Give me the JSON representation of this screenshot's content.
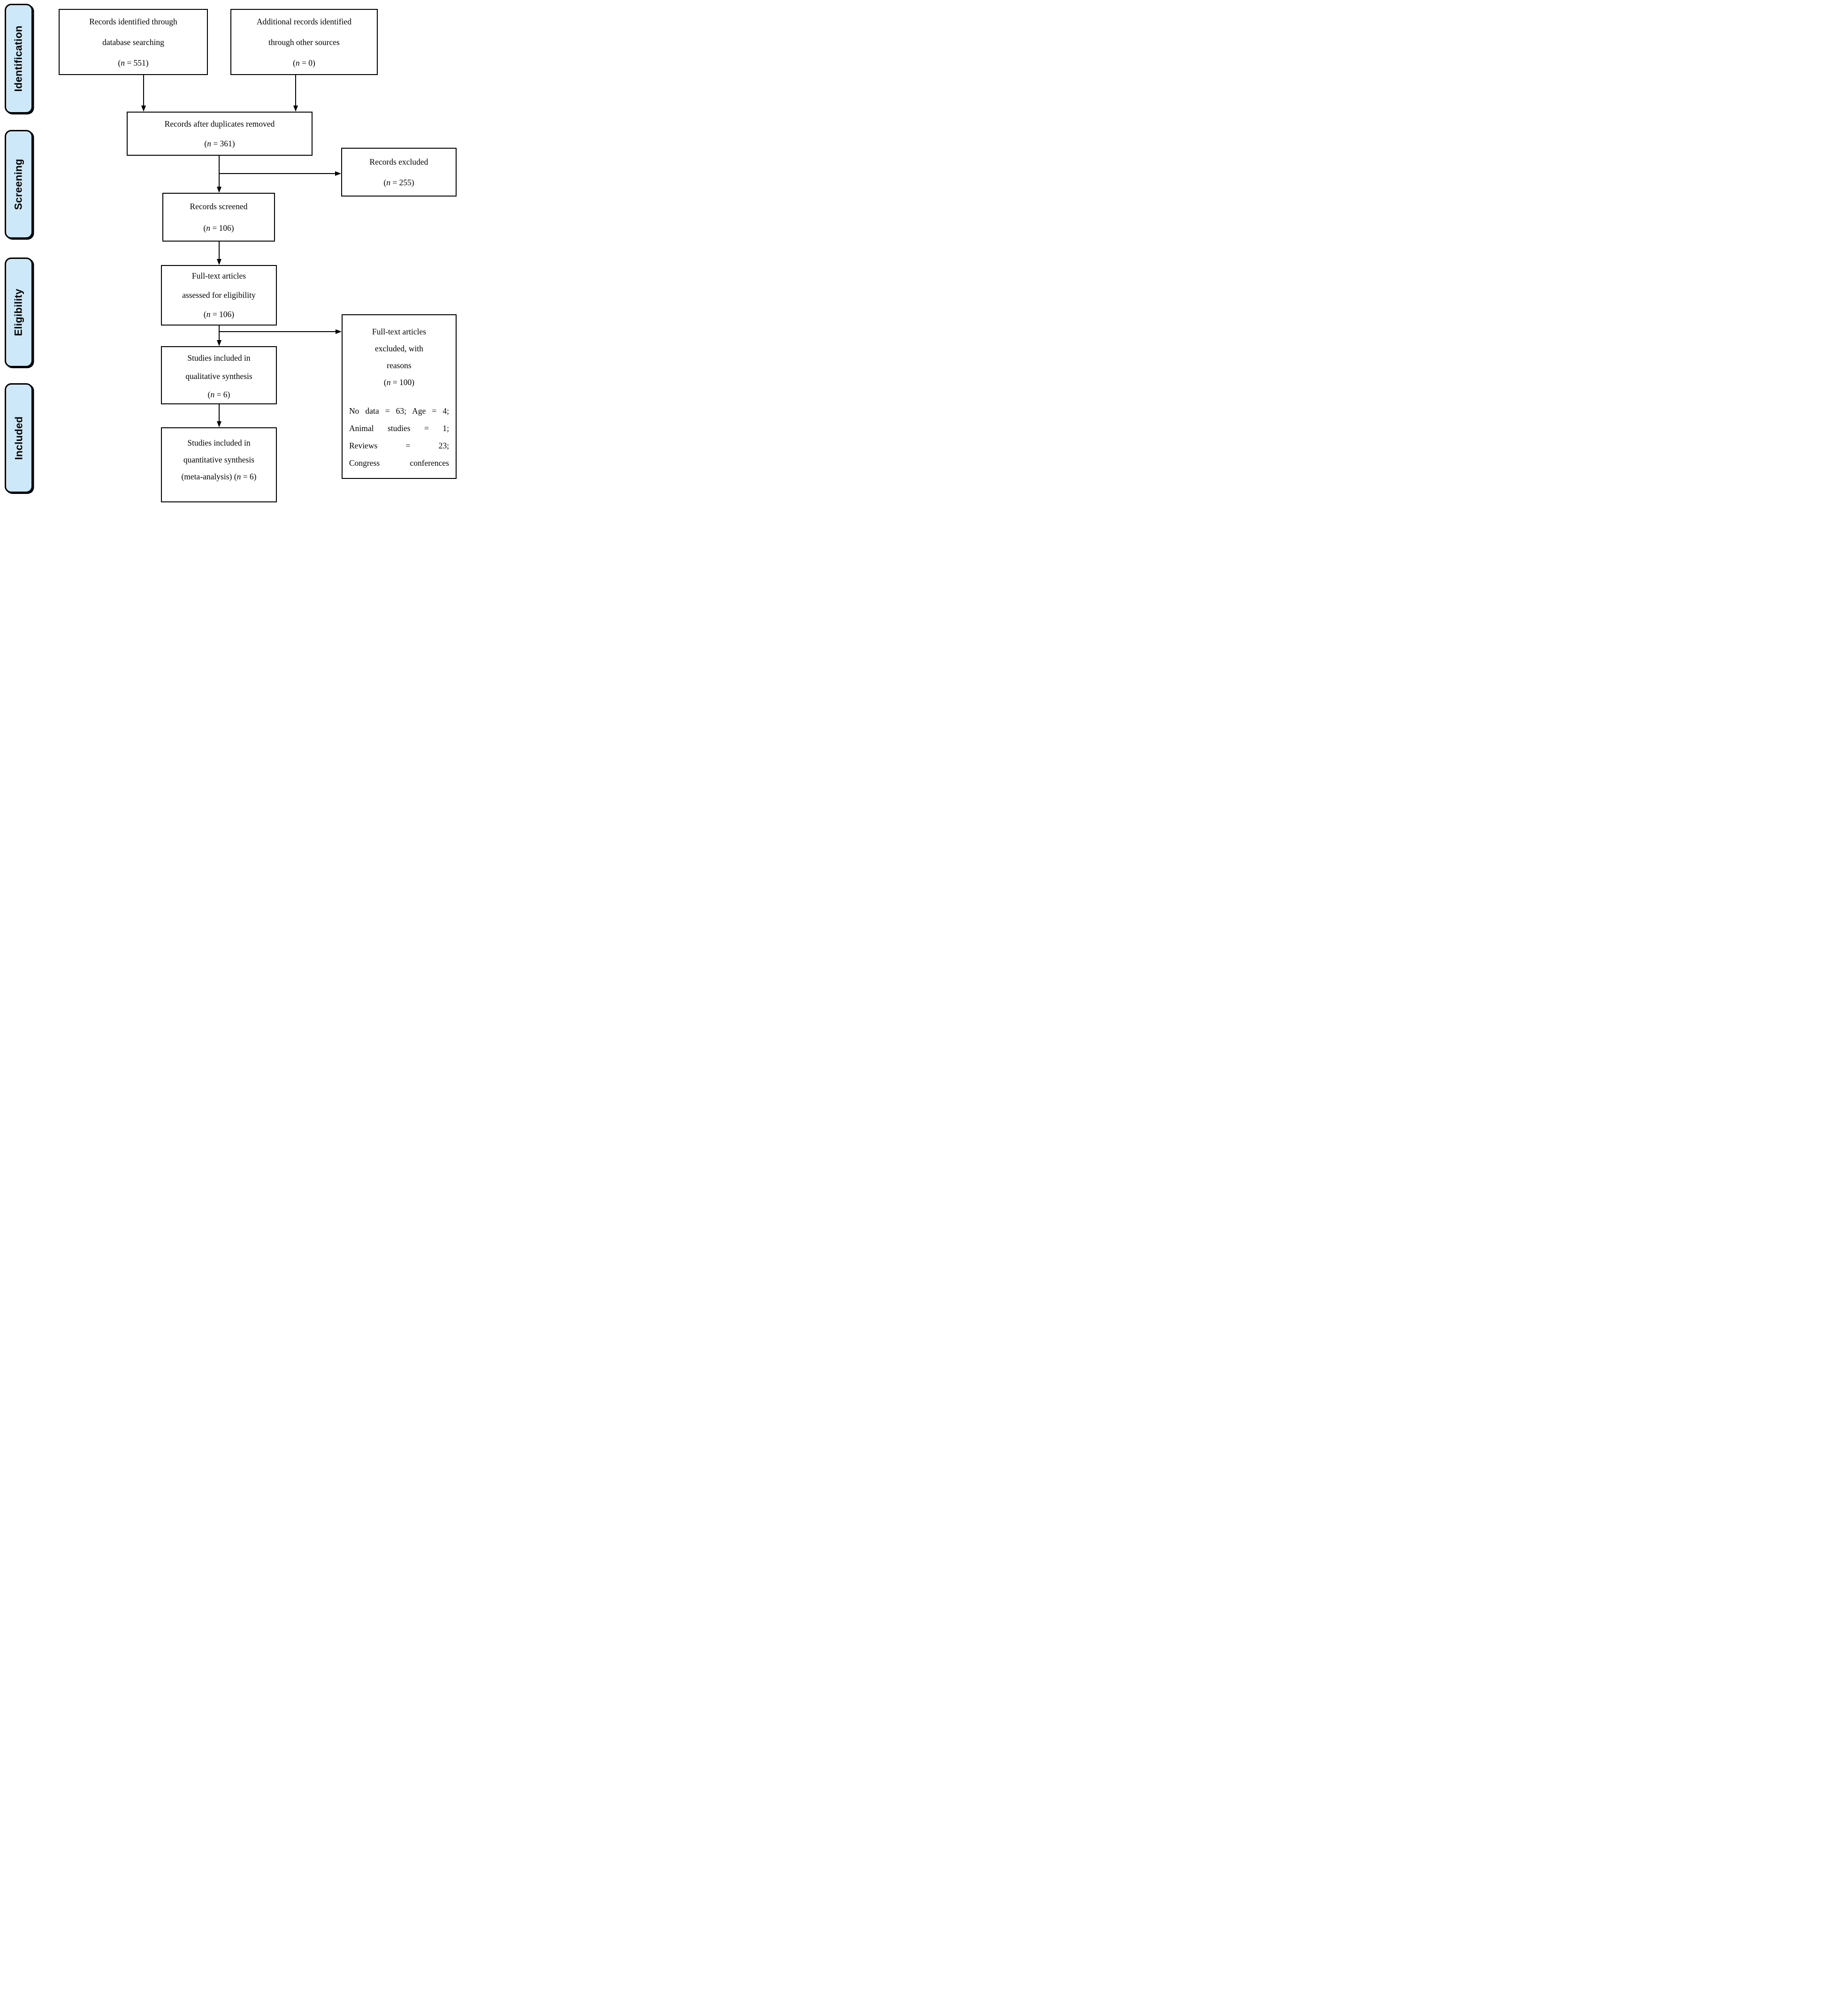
{
  "colors": {
    "stage_fill": "#cde8f8",
    "stroke": "#000000",
    "background": "#ffffff"
  },
  "sidebar": [
    {
      "label": "Identification"
    },
    {
      "label": "Screening"
    },
    {
      "label": "Eligibility"
    },
    {
      "label": "Included"
    }
  ],
  "boxes": {
    "identified": {
      "l1": "Records identified through",
      "l2": "database searching",
      "n_open": "(",
      "n_var": "n",
      "n_rest": " = 551)"
    },
    "additional": {
      "l1": "Additional records identified",
      "l2": "through other sources",
      "n_open": "(",
      "n_var": "n",
      "n_rest": " = 0)"
    },
    "duplicates": {
      "l1": "Records after duplicates removed",
      "n_open": "(",
      "n_var": "n",
      "n_rest": " = 361)"
    },
    "excluded": {
      "l1": "Records excluded",
      "n_open": "(",
      "n_var": "n",
      "n_rest": " = 255)"
    },
    "screened": {
      "l1": "Records screened",
      "n_open": "(",
      "n_var": "n",
      "n_rest": " = 106)"
    },
    "fulltext": {
      "l1": "Full-text articles",
      "l2": "assessed for eligibility",
      "n_open": "(",
      "n_var": "n",
      "n_rest": " = 106)"
    },
    "fulltext_excluded": {
      "l1": "Full-text articles",
      "l2": "excluded, with",
      "l3": "reasons",
      "n_open": "(",
      "n_var": "n",
      "n_rest": " = 100)",
      "reasons": [
        "No data = 63; Age = 4;",
        "Animal studies = 1;",
        "Reviews = 23;",
        "Congress conferences"
      ]
    },
    "qualitative": {
      "l1": "Studies included in",
      "l2": "qualitative synthesis",
      "n_open": "(",
      "n_var": "n",
      "n_rest": " = 6)"
    },
    "quantitative": {
      "l1": "Studies included in",
      "l2": "quantitative synthesis",
      "l3_pre": "(meta-analysis) (",
      "n_var": "n",
      "n_rest": " = 6)"
    }
  }
}
